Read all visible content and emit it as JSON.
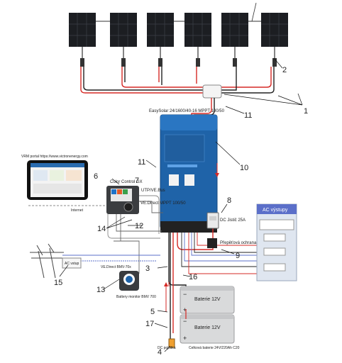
{
  "numbers": {
    "n1": "1",
    "n2": "2",
    "n3": "3",
    "n4": "4",
    "n5": "5",
    "n6": "6",
    "n7": "7",
    "n8": "8",
    "n9": "9",
    "n10": "10",
    "n11a": "11",
    "n11b": "11",
    "n12": "12",
    "n13": "13",
    "n14": "14",
    "n15": "15",
    "n16": "16",
    "n17": "17"
  },
  "labels": {
    "inverter_title": "EasySolar 24/1600/40-16 MPPT 100/50",
    "vrm_portal": "VRM portal https://www.victronenergy.com",
    "color_control": "Color Control GX",
    "internet": "Internet",
    "utp_link": "UTP/VE.Bus",
    "vedirect_mppt": "VE.Direct MPPT 100/50",
    "vedirect_bmv": "VE.Direct BMV-70x",
    "battery_monitor": "Battery monitor BMV 700",
    "dc_jistic": "DC Jistič 25A",
    "prepet_ochrana": "Přepěťová ochrana",
    "ac_vystupy": "AC výstupy",
    "battery_label_1": "Baterie 12V",
    "battery_label_2": "Baterie 12V",
    "dc_pojistka": "DC pojistka",
    "battery_total": "Celková baterie 24V/220Ah C20",
    "ac_input": "AC vstup"
  },
  "colors": {
    "panel": "#1c1e22",
    "inverter": "#1f63a8",
    "dc_positive": "#d62a26",
    "dc_negative": "#222222",
    "ac_line": "#5b6fc9",
    "callout": "#111111",
    "battery_case": "#d9dadb"
  }
}
